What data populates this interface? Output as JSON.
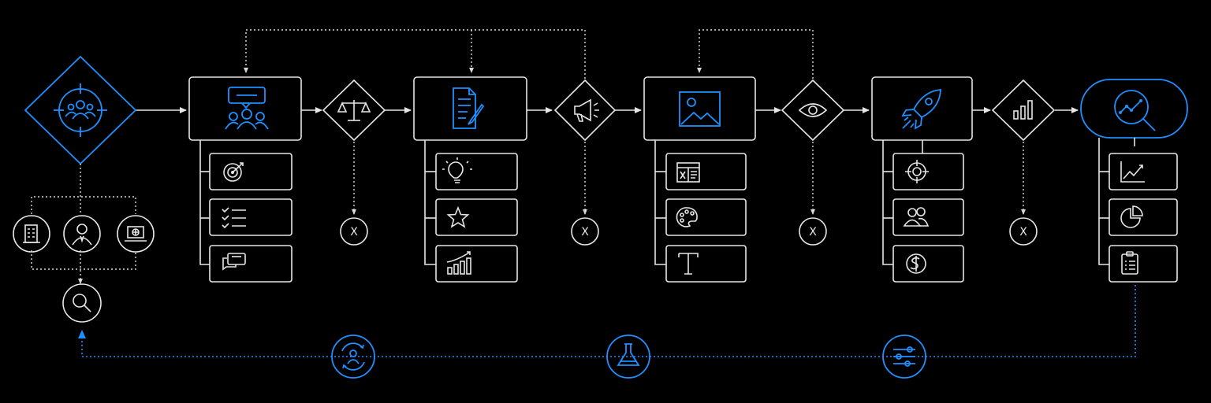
{
  "colors": {
    "background": "#000000",
    "line": "#e6e6e6",
    "accent": "#1e90ff"
  },
  "reject_marks": [
    "X",
    "X",
    "X",
    "X"
  ],
  "nodes": {
    "start": "target-audience-icon",
    "sources": [
      "building-icon",
      "person-icon",
      "laptop-globe-icon"
    ],
    "research": "search-icon",
    "stages": [
      {
        "icon": "chat-group-icon",
        "items": [
          "target-icon",
          "checklist-icon",
          "chat-bubbles-icon"
        ]
      },
      {
        "icon": "document-edit-icon",
        "items": [
          "lightbulb-icon",
          "star-icon",
          "growth-chart-icon"
        ]
      },
      {
        "icon": "image-icon",
        "items": [
          "layout-grid-icon",
          "palette-icon",
          "typography-icon"
        ]
      },
      {
        "icon": "rocket-icon",
        "items": [
          "target-icon",
          "people-icon",
          "dollar-icon"
        ]
      },
      {
        "icon": "analytics-search-icon",
        "items": [
          "line-chart-icon",
          "pie-chart-icon",
          "clipboard-icon"
        ]
      }
    ],
    "decisions": [
      "scales-icon",
      "megaphone-icon",
      "eye-icon",
      "bar-chart-icon"
    ],
    "feedback_loop": [
      "refresh-user-icon",
      "flask-icon",
      "sliders-icon"
    ]
  }
}
